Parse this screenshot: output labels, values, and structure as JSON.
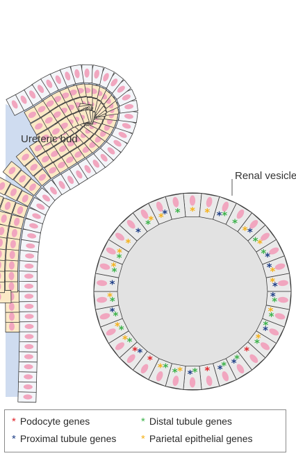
{
  "labels": {
    "ureteric_bud": "Ureteric bud",
    "renal_vesicle": "Renal vesicle"
  },
  "colors": {
    "lumen": "#cfdcf0",
    "bud_cell": "#f3f5f9",
    "mesenchyme_cell": "#fbe9c6",
    "vesicle_cell": "#eaeaea",
    "vesicle_center": "#e2e2e2",
    "nucleus": "#f1a6bf",
    "outline": "#3a3a3a",
    "podocyte": "#e0242b",
    "proximal": "#1f3f87",
    "distal": "#3cb24a",
    "parietal": "#f5b21a"
  },
  "legend": [
    {
      "symbol": "*",
      "label": "Podocyte genes",
      "color": "#e0242b"
    },
    {
      "symbol": "*",
      "label": "Distal tubule genes",
      "color": "#3cb24a"
    },
    {
      "symbol": "*",
      "label": "Proximal tubule genes",
      "color": "#1f3f87"
    },
    {
      "symbol": "*",
      "label": "Parietal epithelial genes",
      "color": "#f5b21a"
    }
  ],
  "vesicle_cells": [
    {
      "markers": [
        "parietal"
      ]
    },
    {
      "markers": [
        "parietal"
      ]
    },
    {
      "markers": [
        "proximal",
        "distal"
      ]
    },
    {
      "markers": [
        "distal"
      ]
    },
    {
      "markers": [
        "parietal",
        "proximal"
      ]
    },
    {
      "markers": [
        "distal",
        "parietal"
      ]
    },
    {
      "markers": [
        "distal",
        "proximal"
      ]
    },
    {
      "markers": [
        "proximal",
        "parietal"
      ]
    },
    {
      "markers": [
        "parietal",
        "proximal"
      ]
    },
    {
      "markers": [
        "proximal",
        "distal"
      ]
    },
    {
      "markers": [
        "parietal",
        "distal"
      ]
    },
    {
      "markers": [
        "distal",
        "proximal"
      ]
    },
    {
      "markers": [
        "parietal",
        "distal"
      ]
    },
    {
      "markers": [
        "podocyte"
      ]
    },
    {
      "markers": [
        "distal",
        "proximal"
      ]
    },
    {
      "markers": [
        "distal",
        "proximal"
      ]
    },
    {
      "markers": [
        "podocyte"
      ]
    },
    {
      "markers": [
        "distal",
        "proximal"
      ]
    },
    {
      "markers": [
        "parietal",
        "distal"
      ]
    },
    {
      "markers": [
        "distal",
        "parietal"
      ]
    },
    {
      "markers": [
        "podocyte"
      ]
    },
    {
      "markers": [
        "proximal",
        "podocyte"
      ]
    },
    {
      "markers": [
        "distal",
        "parietal"
      ]
    },
    {
      "markers": [
        "distal",
        "parietal"
      ]
    },
    {
      "markers": [
        "distal",
        "proximal"
      ]
    },
    {
      "markers": [
        "distal",
        "parietal"
      ]
    },
    {
      "markers": [
        "proximal"
      ]
    },
    {
      "markers": [
        "distal",
        "parietal"
      ]
    },
    {
      "markers": [
        "distal",
        "parietal"
      ]
    },
    {
      "markers": [
        "parietal"
      ]
    },
    {
      "markers": [
        "proximal"
      ]
    },
    {
      "markers": [
        "distal",
        "parietal"
      ]
    },
    {
      "markers": [
        "parietal",
        "proximal"
      ]
    },
    {
      "markers": [
        "distal"
      ]
    }
  ]
}
